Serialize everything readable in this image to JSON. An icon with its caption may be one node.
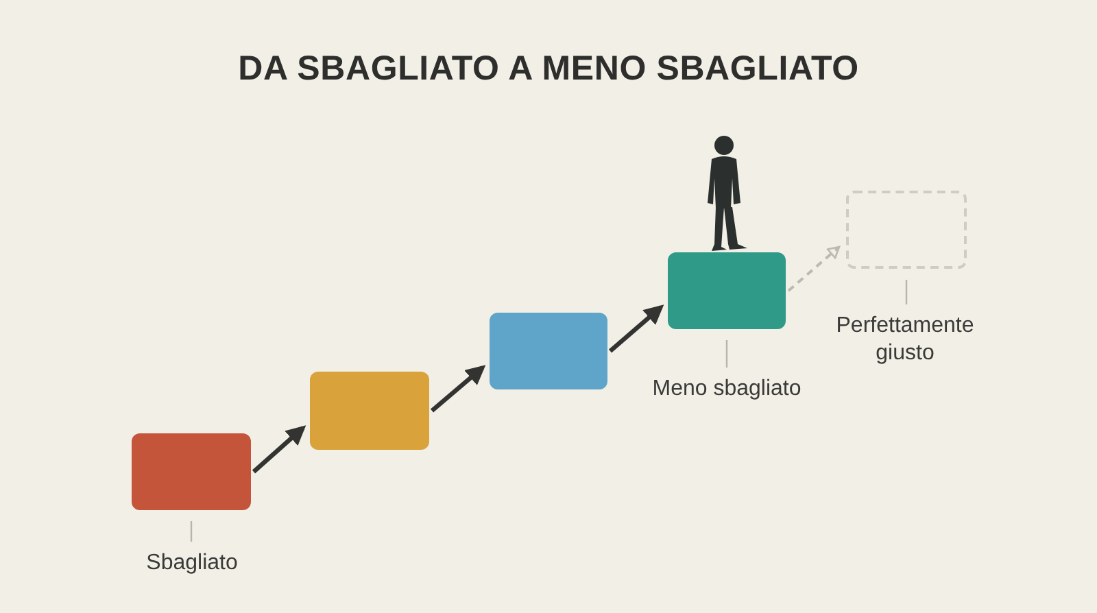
{
  "diagram": {
    "title": "DA SBAGLIATO A MENO SBAGLIATO",
    "nodes": [
      {
        "text": [],
        "shape": "box"
      },
      {
        "text": [],
        "shape": "box"
      },
      {
        "text": [],
        "shape": "box"
      },
      {
        "text": [],
        "shape": "box"
      },
      {
        "text": [],
        "shape": "box"
      },
      {
        "text": [
          "Sbagliato"
        ]
      },
      {
        "text": [
          "Meno sbagliato"
        ]
      },
      {
        "text": [
          "Perfettamente giusto"
        ]
      }
    ],
    "edges": [
      {
        "from": 0,
        "to": 1,
        "arrow": "to"
      },
      {
        "from": 1,
        "to": 2,
        "arrow": "to"
      },
      {
        "from": 2,
        "to": 3,
        "arrow": "to"
      },
      {
        "from": 3,
        "to": 4,
        "arrow": "to",
        "style": "dashed",
        "color": "#bdbab2"
      },
      {
        "from": 5,
        "to": 0,
        "arrow": "none",
        "color": "#b8b5ad"
      },
      {
        "from": 6,
        "to": 3,
        "arrow": "none",
        "color": "#b8b5ad"
      },
      {
        "from": 7,
        "to": 4,
        "arrow": "none",
        "color": "#b8b5ad"
      }
    ]
  }
}
